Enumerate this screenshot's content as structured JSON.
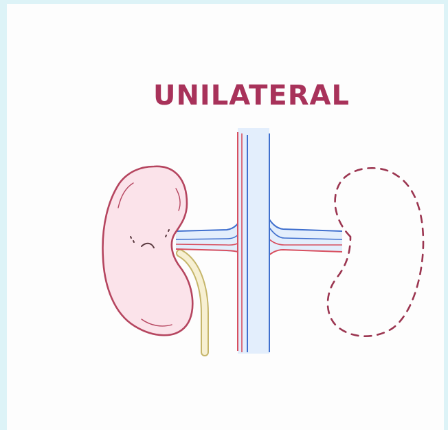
{
  "illustration": {
    "title": "UNILATERAL",
    "colors": {
      "background_border": "#ddf3f7",
      "canvas": "#fdfdfd",
      "title": "#a8325a",
      "kidney_fill": "#fbe3ea",
      "kidney_outline": "#b5455f",
      "vessel_fill": "#e3eefc",
      "vein_line": "#3f6fce",
      "artery_line": "#d84f5f",
      "ureter_fill": "#f7f0d2",
      "ureter_line": "#c5b56a",
      "missing_kidney_dash": "#9b3550"
    },
    "parts": [
      "kidney",
      "aorta",
      "vena-cava",
      "renal-vessels",
      "ureter",
      "missing-kidney-outline"
    ]
  }
}
